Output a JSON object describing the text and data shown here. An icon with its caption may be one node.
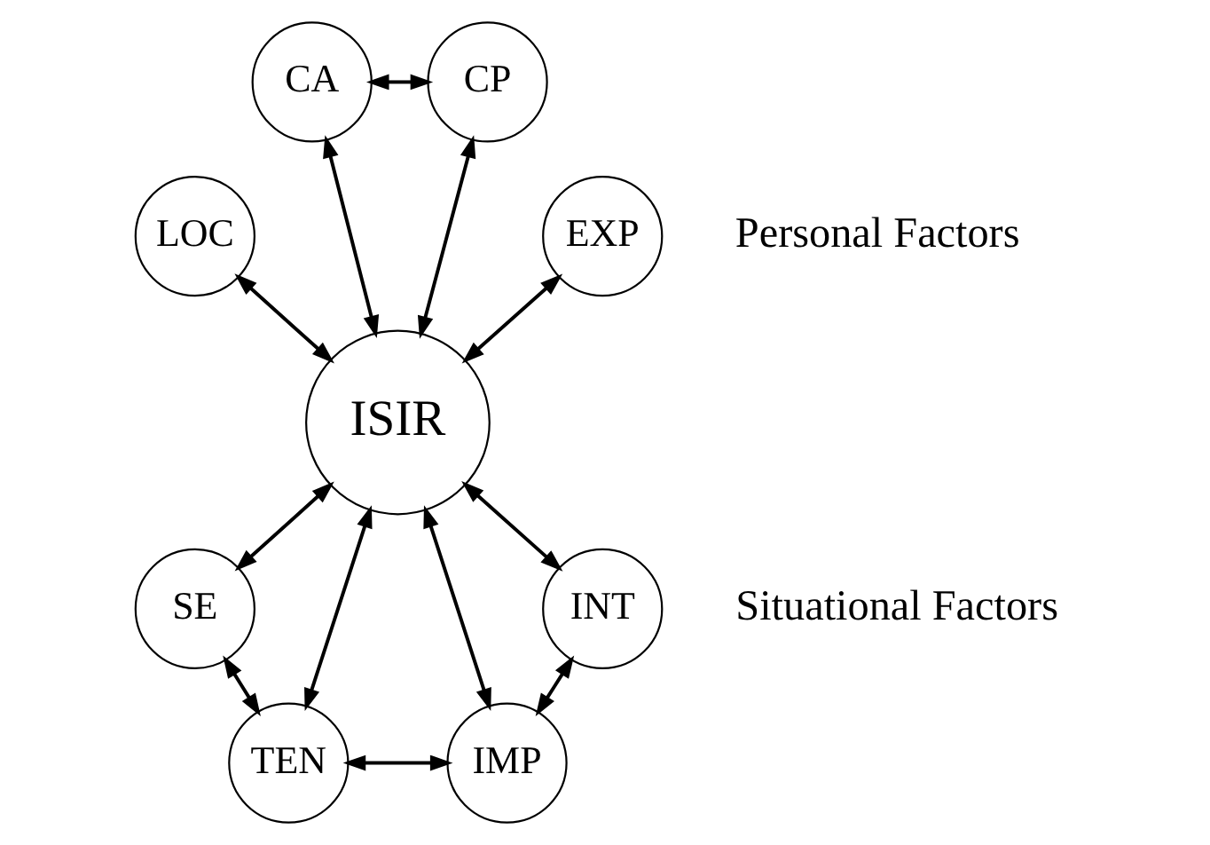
{
  "diagram": {
    "nodes": [
      {
        "text": [
          "ISIR"
        ]
      },
      {
        "text": [
          "LOC"
        ]
      },
      {
        "text": [
          "CA"
        ]
      },
      {
        "text": [
          "CP"
        ]
      },
      {
        "text": [
          "EXP"
        ]
      },
      {
        "text": [
          "SE"
        ]
      },
      {
        "text": [
          "TEN"
        ]
      },
      {
        "text": [
          "IMP"
        ]
      },
      {
        "text": [
          "INT"
        ]
      }
    ],
    "edges": [
      {
        "from": 1,
        "to": 0,
        "arrow": "both"
      },
      {
        "from": 2,
        "to": 0,
        "arrow": "both"
      },
      {
        "from": 3,
        "to": 0,
        "arrow": "both"
      },
      {
        "from": 4,
        "to": 0,
        "arrow": "both"
      },
      {
        "from": 0,
        "to": 5,
        "arrow": "both"
      },
      {
        "from": 0,
        "to": 6,
        "arrow": "both"
      },
      {
        "from": 0,
        "to": 7,
        "arrow": "both"
      },
      {
        "from": 0,
        "to": 8,
        "arrow": "both"
      },
      {
        "from": 2,
        "to": 3,
        "arrow": "both"
      },
      {
        "from": 5,
        "to": 6,
        "arrow": "both"
      },
      {
        "from": 6,
        "to": 7,
        "arrow": "both"
      },
      {
        "from": 7,
        "to": 8,
        "arrow": "both"
      }
    ],
    "labels": [
      "Personal Factors",
      "Situational Factors"
    ]
  }
}
